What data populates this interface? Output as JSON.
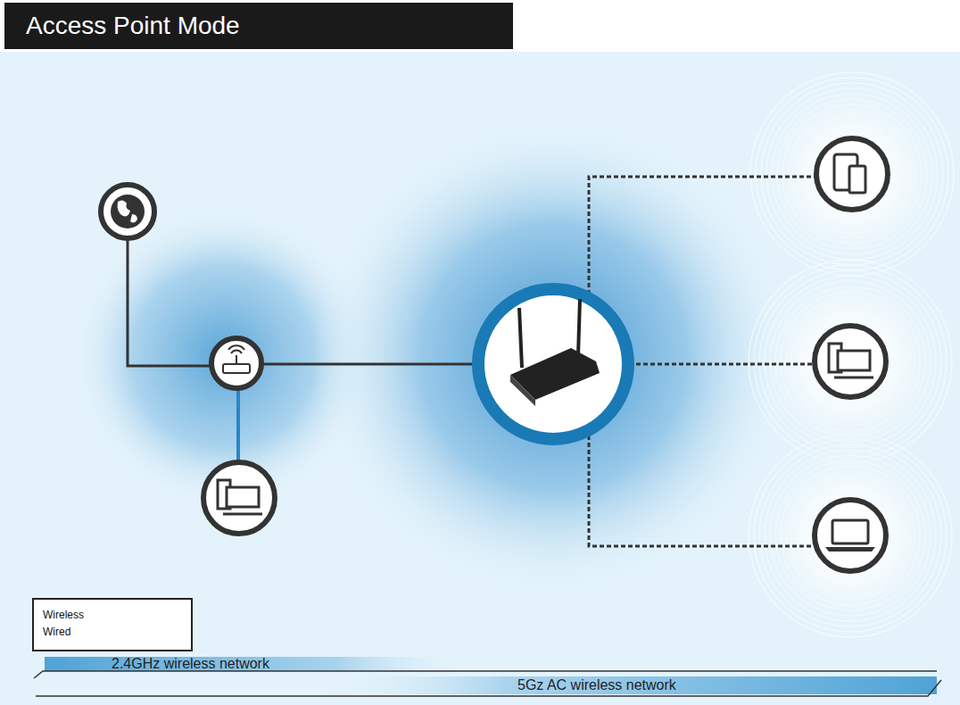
{
  "diagram": {
    "title": "Access Point Mode",
    "nodes": [
      {
        "text": [
          "2.4GHz wireless network"
        ]
      },
      {
        "text": [
          "5Gz AC wireless network"
        ]
      }
    ],
    "legend": [
      {
        "text": "Wireless"
      },
      {
        "text": "Wired"
      }
    ]
  }
}
